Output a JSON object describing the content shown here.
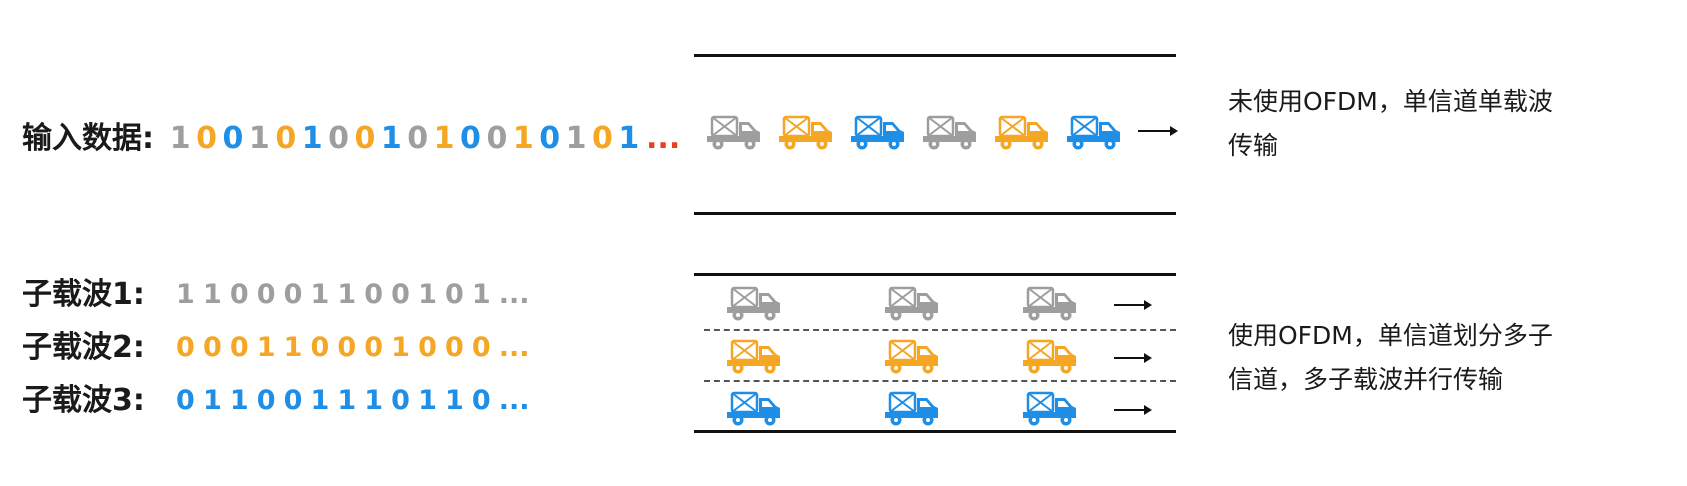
{
  "top": {
    "label": "输入数据:",
    "bits": [
      "1",
      "0",
      "0",
      "1",
      "0",
      "1",
      "0",
      "0",
      "1",
      "0",
      "1",
      "0",
      "0",
      "1",
      "0",
      "1",
      "0",
      "1"
    ],
    "ellipsis": "...",
    "description": "未使用OFDM，单信道单载波传输",
    "trucks": [
      "gray",
      "orange",
      "blue",
      "gray",
      "orange",
      "blue"
    ]
  },
  "bottom": {
    "rows": [
      {
        "label": "子载波1:",
        "bits": "1 1 0 0 0 1 1 0 0 1 0 1",
        "ellipsis": "...",
        "color": "gray"
      },
      {
        "label": "子载波2:",
        "bits": "0 0 0 1 1 0 0 0 1 0 0 0",
        "ellipsis": "...",
        "color": "orange"
      },
      {
        "label": "子载波3:",
        "bits": "0 1 1 0 0 1 1 1 0 1 1 0",
        "ellipsis": "...",
        "color": "blue"
      }
    ],
    "description": "使用OFDM，单信道划分多子信道，多子载波并行传输"
  },
  "colors": {
    "gray": "#9e9e9e",
    "orange": "#f5a623",
    "blue": "#1e8ee6",
    "ellipsis_top": "#e8401c"
  }
}
